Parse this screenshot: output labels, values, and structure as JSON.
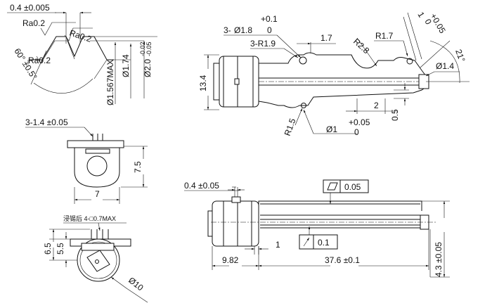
{
  "thread_detail": {
    "pitch_tol": "0.4 ±0.005",
    "ra_top": "Ra0.2",
    "ra_mid": "Ra0.2",
    "ra_low": "Ra0.2",
    "angle": "60° ±0.5°",
    "root_dia": "Ø1.567MAX",
    "mid_dia": "Ø1.74",
    "outer_dia": "Ø2.0",
    "outer_tol_upper": "-0.02",
    "outer_tol_lower": "-0.05"
  },
  "top_view": {
    "holes_label": "3-",
    "holes_dia": "Ø1.8",
    "holes_tol_upper": "+0.1",
    "holes_tol_lower": "0",
    "radius_label": "3-R1.9",
    "dim_1_7": "1.7",
    "r2_8": "R2.8",
    "r1_7": "R1.7",
    "angle_tol_upper": "+0.05",
    "angle_tol_lower": "0",
    "angle_base": "1",
    "angle_21": "21°",
    "dia_1_4": "Ø1.4",
    "height_13_4": "13.4",
    "dim_2": "2",
    "dim_0_5": "0.5",
    "r1_5": "R1.5",
    "dia_1": "Ø1",
    "dia_1_tol_upper": "+0.05",
    "dia_1_tol_lower": "0"
  },
  "end_view_top": {
    "pins": "3-1.4 ±0.05",
    "height": "7.5",
    "width": "7"
  },
  "end_view_bottom": {
    "note": "浸锡后 4-□0.7MAX",
    "h1": "6.5",
    "h2": "5.5",
    "dia": "Ø10"
  },
  "side_view": {
    "shaft_tol": "0.4 ±0.05",
    "parallelism": "0.05",
    "runout": "0.1",
    "dim_1": "1",
    "dim_9_82": "9.82",
    "dim_37_6": "37.6 ±0.1",
    "dim_4_3": "4.3 ±0.05"
  }
}
